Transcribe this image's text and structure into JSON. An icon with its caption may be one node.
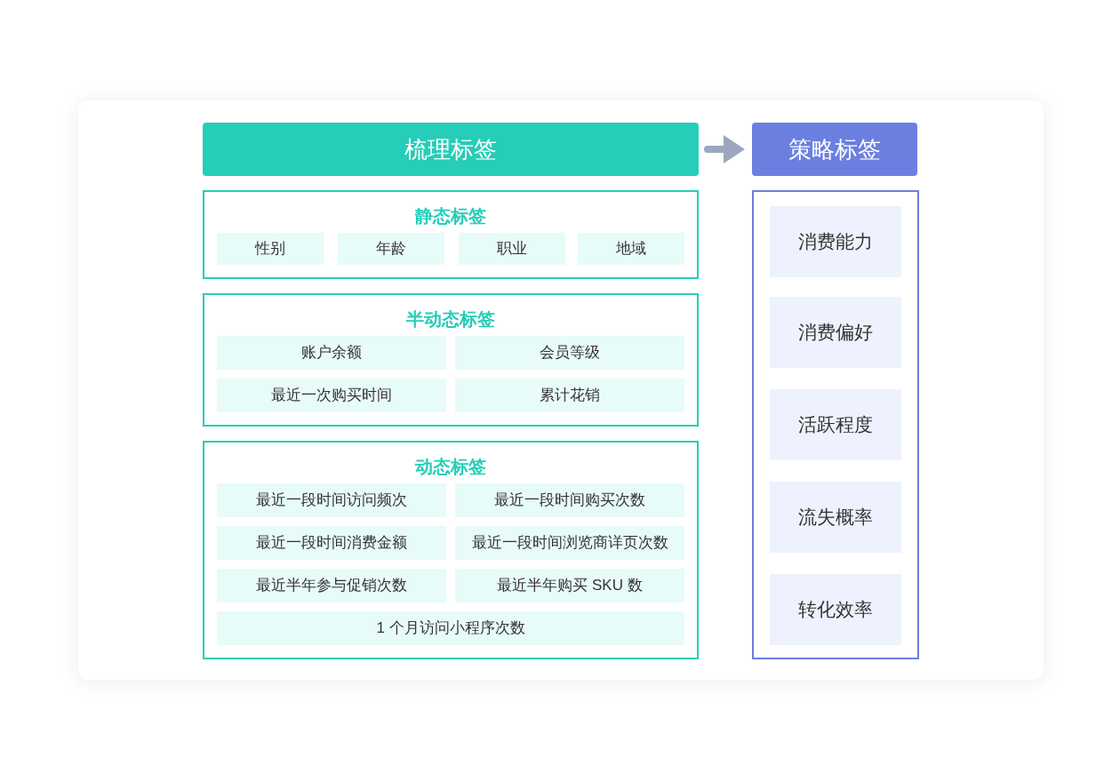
{
  "diagram": {
    "nodes": [
      {
        "text": [
          "梳理标签"
        ]
      },
      {
        "text": [
          "策略标签"
        ]
      },
      {
        "text": [
          "静态标签"
        ]
      },
      {
        "text": [
          "性别"
        ],
        "in": 2
      },
      {
        "text": [
          "年龄"
        ],
        "in": 2
      },
      {
        "text": [
          "职业"
        ],
        "in": 2
      },
      {
        "text": [
          "地域"
        ],
        "in": 2
      },
      {
        "text": [
          "半动态标签"
        ]
      },
      {
        "text": [
          "账户余额"
        ],
        "in": 7
      },
      {
        "text": [
          "会员等级"
        ],
        "in": 7
      },
      {
        "text": [
          "最近一次购买时间"
        ],
        "in": 7
      },
      {
        "text": [
          "累计花销"
        ],
        "in": 7
      },
      {
        "text": [
          "动态标签"
        ]
      },
      {
        "text": [
          "最近一段时间访问频次"
        ],
        "in": 12
      },
      {
        "text": [
          "最近一段时间购买次数"
        ],
        "in": 12
      },
      {
        "text": [
          "最近一段时间消费金额"
        ],
        "in": 12
      },
      {
        "text": [
          "最近一段时间浏览商详页次数"
        ],
        "in": 12
      },
      {
        "text": [
          "最近半年参与促销次数"
        ],
        "in": 12
      },
      {
        "text": [
          "最近半年购买 SKU 数"
        ],
        "in": 12
      },
      {
        "text": [
          "1 个月访问小程序次数"
        ],
        "in": 12
      },
      {
        "text": [],
        "shape": "box"
      },
      {
        "text": [
          "消费能力"
        ],
        "in": 20
      },
      {
        "text": [
          "消费偏好"
        ],
        "in": 20
      },
      {
        "text": [
          "活跃程度"
        ],
        "in": 20
      },
      {
        "text": [
          "流失概率"
        ],
        "in": 20
      },
      {
        "text": [
          "转化效率"
        ],
        "in": 20
      }
    ],
    "edges": [
      {
        "from": 0,
        "to": 1,
        "arrow": "to"
      }
    ]
  }
}
